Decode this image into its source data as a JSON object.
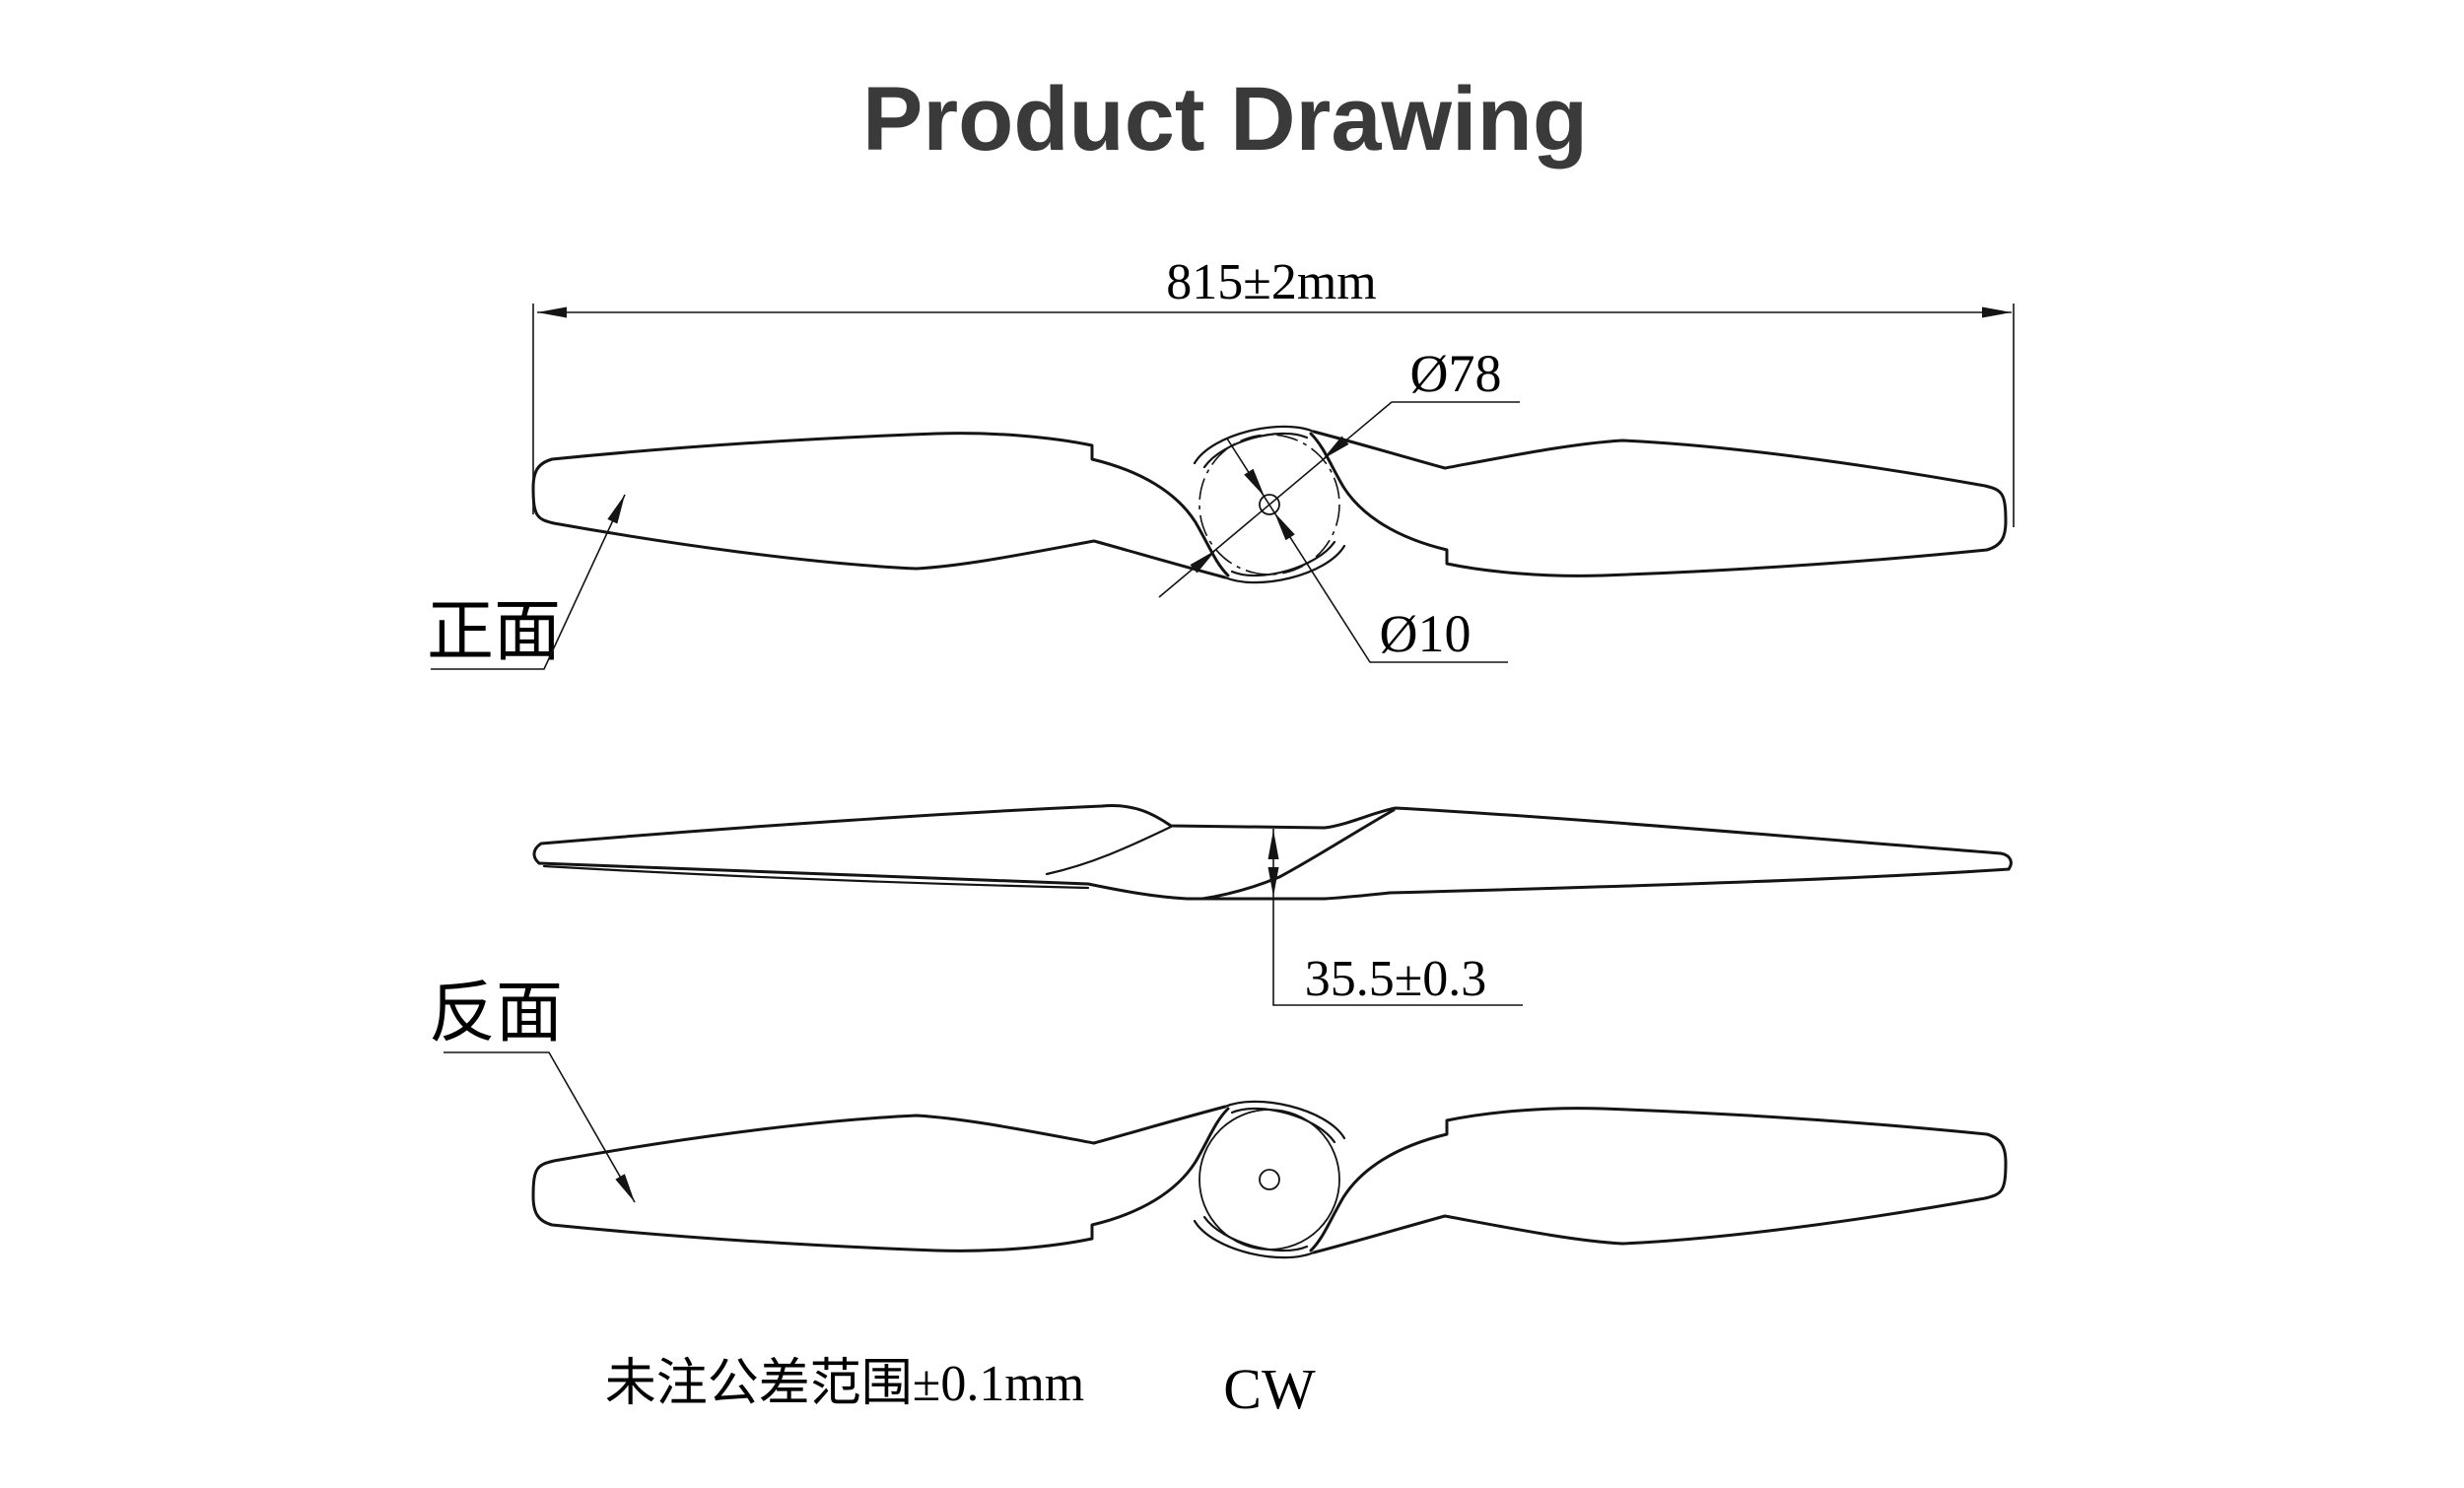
{
  "title": "Product Drawing",
  "colors": {
    "background": "#ffffff",
    "line": "#141414",
    "title_text": "#3a3a3a",
    "dimension_text": "#000000"
  },
  "front_view": {
    "label": "正面",
    "length_dim": "815±2mm",
    "hub_dia_dim": "Ø78",
    "bore_dia_dim": "Ø10"
  },
  "side_view": {
    "thickness_dim": "35.5±0.3"
  },
  "back_view": {
    "label": "反面"
  },
  "footer": {
    "tolerance_note": "未注公差范围±0.1mm",
    "rotation": "CW"
  }
}
